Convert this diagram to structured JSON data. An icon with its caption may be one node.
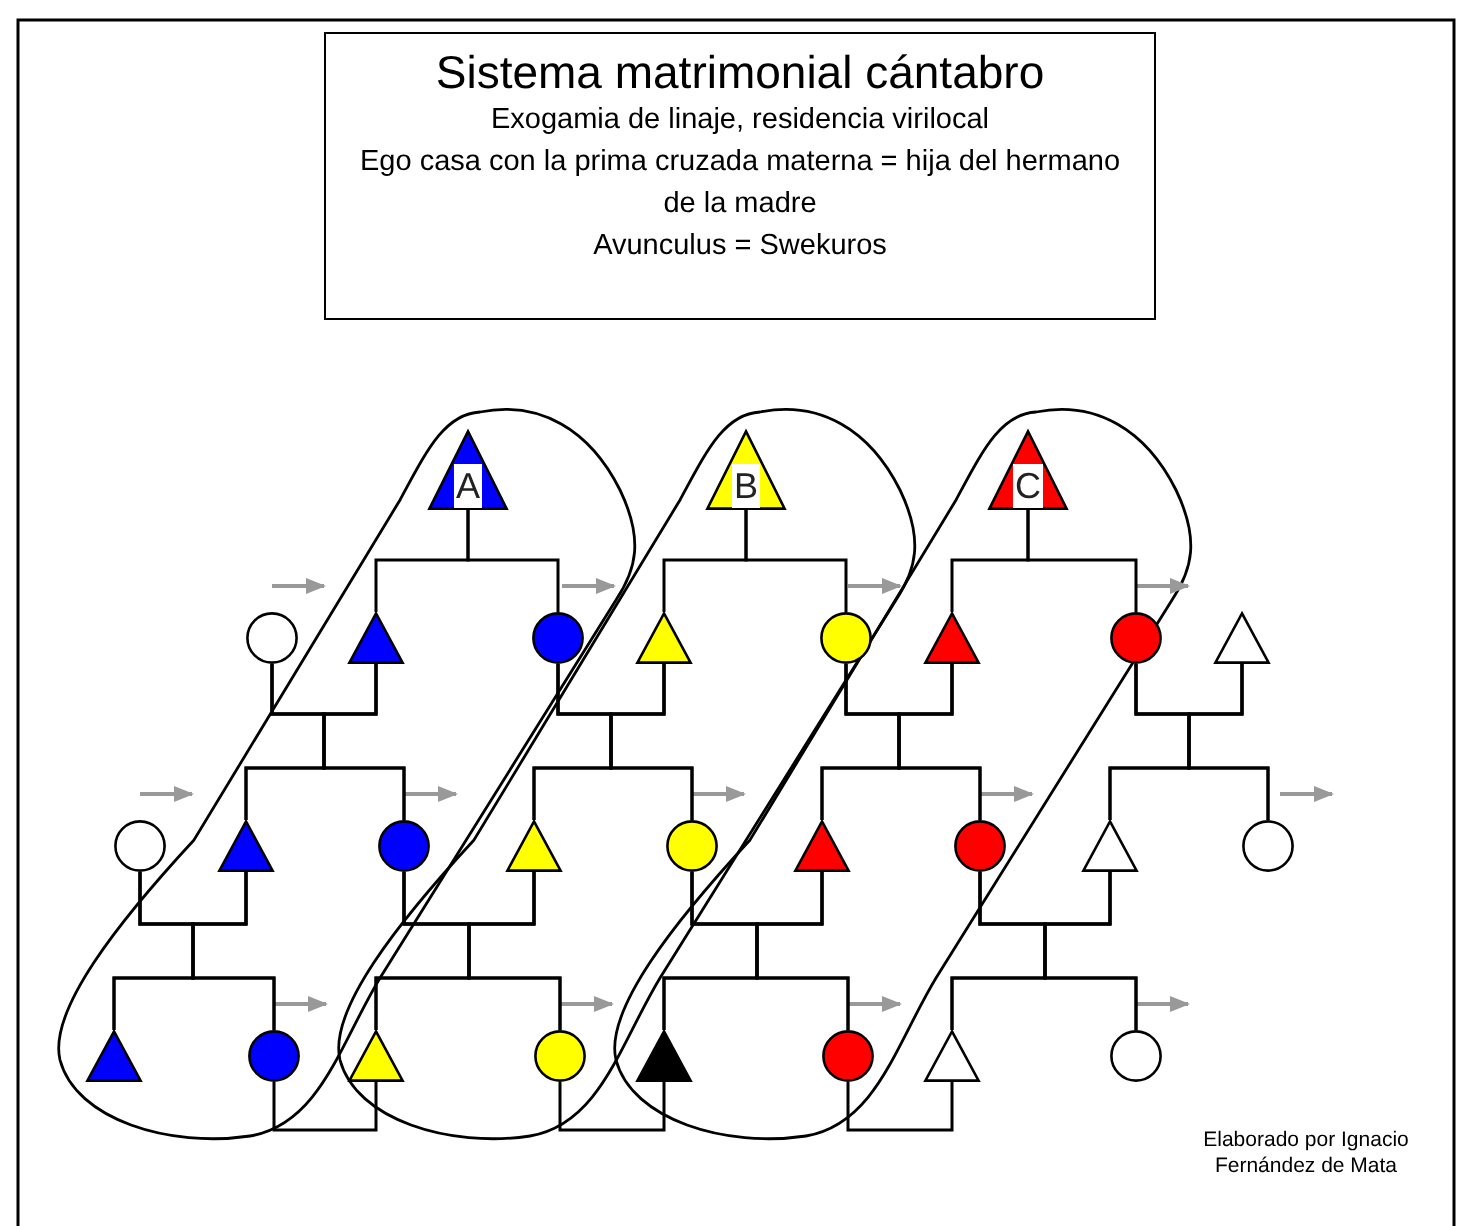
{
  "diagram": {
    "title": "Sistema matrimonial cántabro",
    "nodes": [
      {
        "text": [
          "A"
        ]
      },
      {
        "text": [
          "B"
        ]
      },
      {
        "text": [
          "C"
        ]
      },
      {
        "text": [],
        "shape": "circle"
      },
      {
        "text": [],
        "shape": "triangle"
      },
      {
        "text": [],
        "shape": "circle"
      },
      {
        "text": [],
        "shape": "triangle"
      },
      {
        "text": [],
        "shape": "circle"
      },
      {
        "text": [],
        "shape": "triangle"
      },
      {
        "text": [],
        "shape": "circle"
      },
      {
        "text": [],
        "shape": "triangle"
      },
      {
        "text": [],
        "shape": "circle"
      },
      {
        "text": [],
        "shape": "triangle"
      },
      {
        "text": [],
        "shape": "circle"
      },
      {
        "text": [],
        "shape": "triangle"
      },
      {
        "text": [],
        "shape": "circle"
      },
      {
        "text": [],
        "shape": "triangle"
      },
      {
        "text": [],
        "shape": "circle"
      },
      {
        "text": [],
        "shape": "triangle"
      },
      {
        "text": [],
        "shape": "circle"
      },
      {
        "text": [],
        "shape": "triangle"
      },
      {
        "text": [],
        "shape": "circle"
      },
      {
        "text": [],
        "shape": "triangle"
      },
      {
        "text": [],
        "shape": "circle"
      },
      {
        "text": [],
        "shape": "triangle"
      },
      {
        "text": [],
        "shape": "circle"
      },
      {
        "text": [],
        "shape": "triangle"
      },
      {
        "text": [],
        "shape": "circle"
      }
    ],
    "edges": [
      {
        "from": 0,
        "to": 4,
        "arrow": "none"
      },
      {
        "from": 0,
        "to": 5,
        "arrow": "none"
      },
      {
        "from": 1,
        "to": 6,
        "arrow": "none"
      },
      {
        "from": 1,
        "to": 7,
        "arrow": "none"
      },
      {
        "from": 2,
        "to": 8,
        "arrow": "none"
      },
      {
        "from": 2,
        "to": 9,
        "arrow": "none"
      },
      {
        "from": 3,
        "to": 4,
        "arrow": "none"
      },
      {
        "from": 5,
        "to": 6,
        "arrow": "none"
      },
      {
        "from": 7,
        "to": 8,
        "arrow": "none"
      },
      {
        "from": 9,
        "to": 10,
        "arrow": "none"
      },
      {
        "from": 3,
        "to": 12,
        "arrow": "none"
      },
      {
        "from": 3,
        "to": 13,
        "arrow": "none"
      },
      {
        "from": 4,
        "to": 12,
        "arrow": "none"
      },
      {
        "from": 4,
        "to": 13,
        "arrow": "none"
      },
      {
        "from": 5,
        "to": 14,
        "arrow": "none"
      },
      {
        "from": 5,
        "to": 15,
        "arrow": "none"
      },
      {
        "from": 6,
        "to": 14,
        "arrow": "none"
      },
      {
        "from": 6,
        "to": 15,
        "arrow": "none"
      },
      {
        "from": 7,
        "to": 16,
        "arrow": "none"
      },
      {
        "from": 7,
        "to": 17,
        "arrow": "none"
      },
      {
        "from": 8,
        "to": 16,
        "arrow": "none"
      },
      {
        "from": 8,
        "to": 17,
        "arrow": "none"
      },
      {
        "from": 9,
        "to": 18,
        "arrow": "none"
      },
      {
        "from": 9,
        "to": 19,
        "arrow": "none"
      },
      {
        "from": 10,
        "to": 18,
        "arrow": "none"
      },
      {
        "from": 10,
        "to": 19,
        "arrow": "none"
      },
      {
        "from": 11,
        "to": 12,
        "arrow": "none"
      },
      {
        "from": 13,
        "to": 14,
        "arrow": "none"
      },
      {
        "from": 15,
        "to": 16,
        "arrow": "none"
      },
      {
        "from": 17,
        "to": 18,
        "arrow": "none"
      },
      {
        "from": 11,
        "to": 20,
        "arrow": "none"
      },
      {
        "from": 11,
        "to": 21,
        "arrow": "none"
      },
      {
        "from": 12,
        "to": 20,
        "arrow": "none"
      },
      {
        "from": 12,
        "to": 21,
        "arrow": "none"
      },
      {
        "from": 13,
        "to": 22,
        "arrow": "none"
      },
      {
        "from": 13,
        "to": 23,
        "arrow": "none"
      },
      {
        "from": 14,
        "to": 22,
        "arrow": "none"
      },
      {
        "from": 14,
        "to": 23,
        "arrow": "none"
      },
      {
        "from": 15,
        "to": 24,
        "arrow": "none"
      },
      {
        "from": 15,
        "to": 25,
        "arrow": "none"
      },
      {
        "from": 16,
        "to": 24,
        "arrow": "none"
      },
      {
        "from": 16,
        "to": 25,
        "arrow": "none"
      },
      {
        "from": 17,
        "to": 26,
        "arrow": "none"
      },
      {
        "from": 17,
        "to": 27,
        "arrow": "none"
      },
      {
        "from": 18,
        "to": 26,
        "arrow": "none"
      },
      {
        "from": 18,
        "to": 27,
        "arrow": "none"
      },
      {
        "from": 21,
        "to": 22,
        "arrow": "none"
      },
      {
        "from": 23,
        "to": 24,
        "arrow": "none"
      },
      {
        "from": 25,
        "to": 26,
        "arrow": "none"
      }
    ],
    "labels": [
      "Exogamia de linaje, residencia virilocal",
      "Ego casa con la prima cruzada materna = hija del hermano de la madre",
      "Avunculus = Swekuros",
      "Elaborado por Ignacio Fernández de Mata"
    ]
  }
}
